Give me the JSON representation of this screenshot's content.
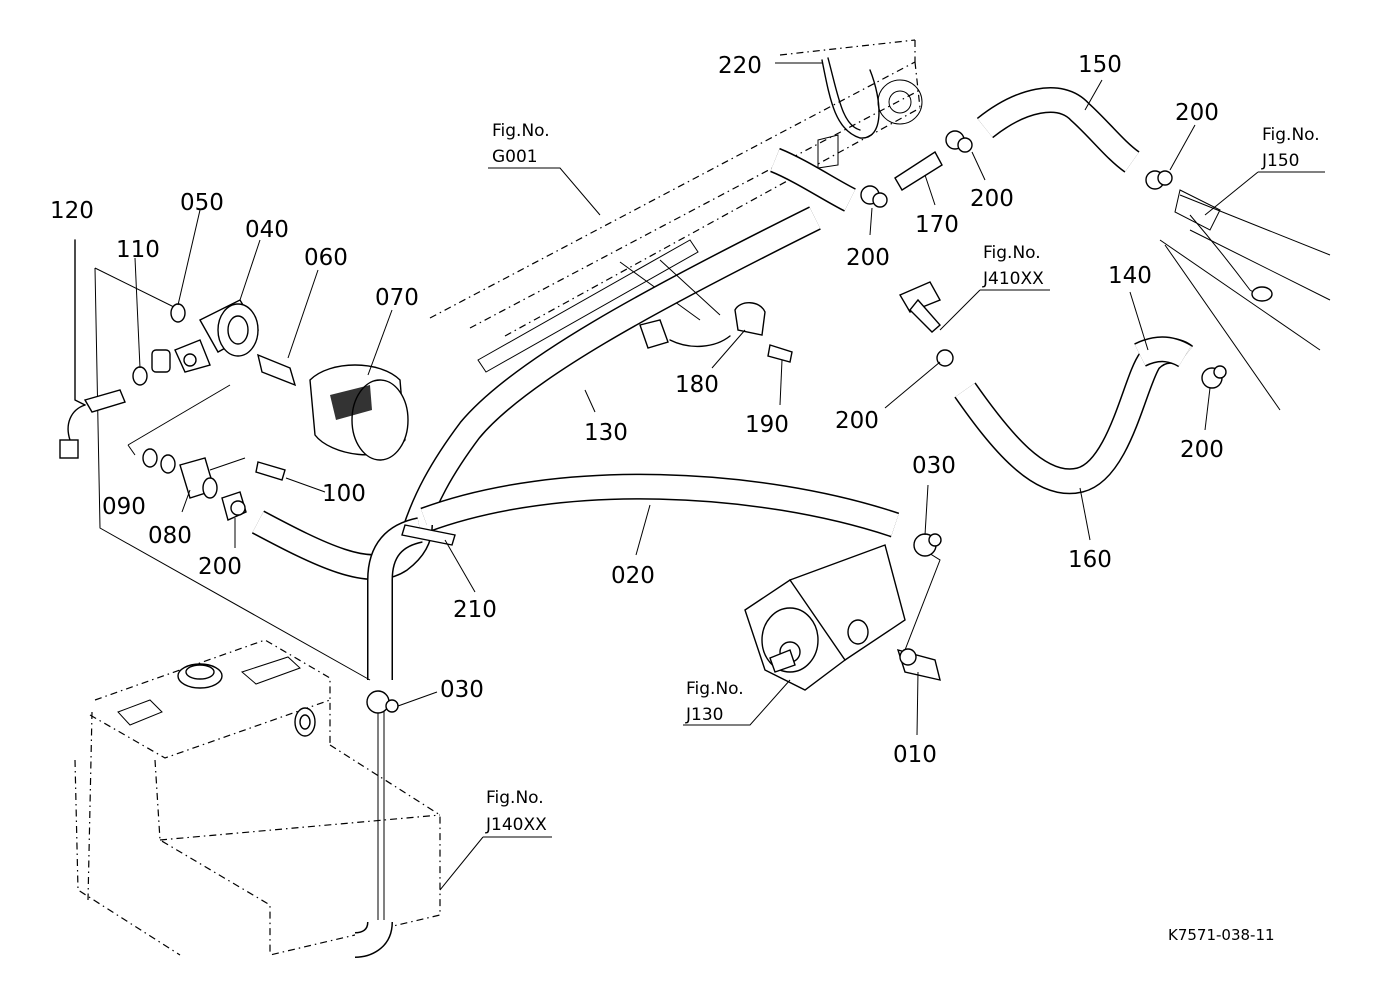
{
  "diagram": {
    "part_labels": {
      "p010": "010",
      "p020": "020",
      "p030a": "030",
      "p030b": "030",
      "p040": "040",
      "p050": "050",
      "p060": "060",
      "p070": "070",
      "p080": "080",
      "p090": "090",
      "p100": "100",
      "p110": "110",
      "p120": "120",
      "p130": "130",
      "p140": "140",
      "p150": "150",
      "p160": "160",
      "p170": "170",
      "p180": "180",
      "p190": "190",
      "p200a": "200",
      "p200b": "200",
      "p200c": "200",
      "p200d": "200",
      "p200e": "200",
      "p200f": "200",
      "p210": "210",
      "p220": "220"
    },
    "figure_refs": {
      "g001": {
        "label": "Fig.No.",
        "code": "G001"
      },
      "j150": {
        "label": "Fig.No.",
        "code": "J150"
      },
      "j410xx": {
        "label": "Fig.No.",
        "code": "J410XX"
      },
      "j130": {
        "label": "Fig.No.",
        "code": "J130"
      },
      "j140xx": {
        "label": "Fig.No.",
        "code": "J140XX"
      }
    },
    "drawing_code": "K7571-038-11"
  }
}
